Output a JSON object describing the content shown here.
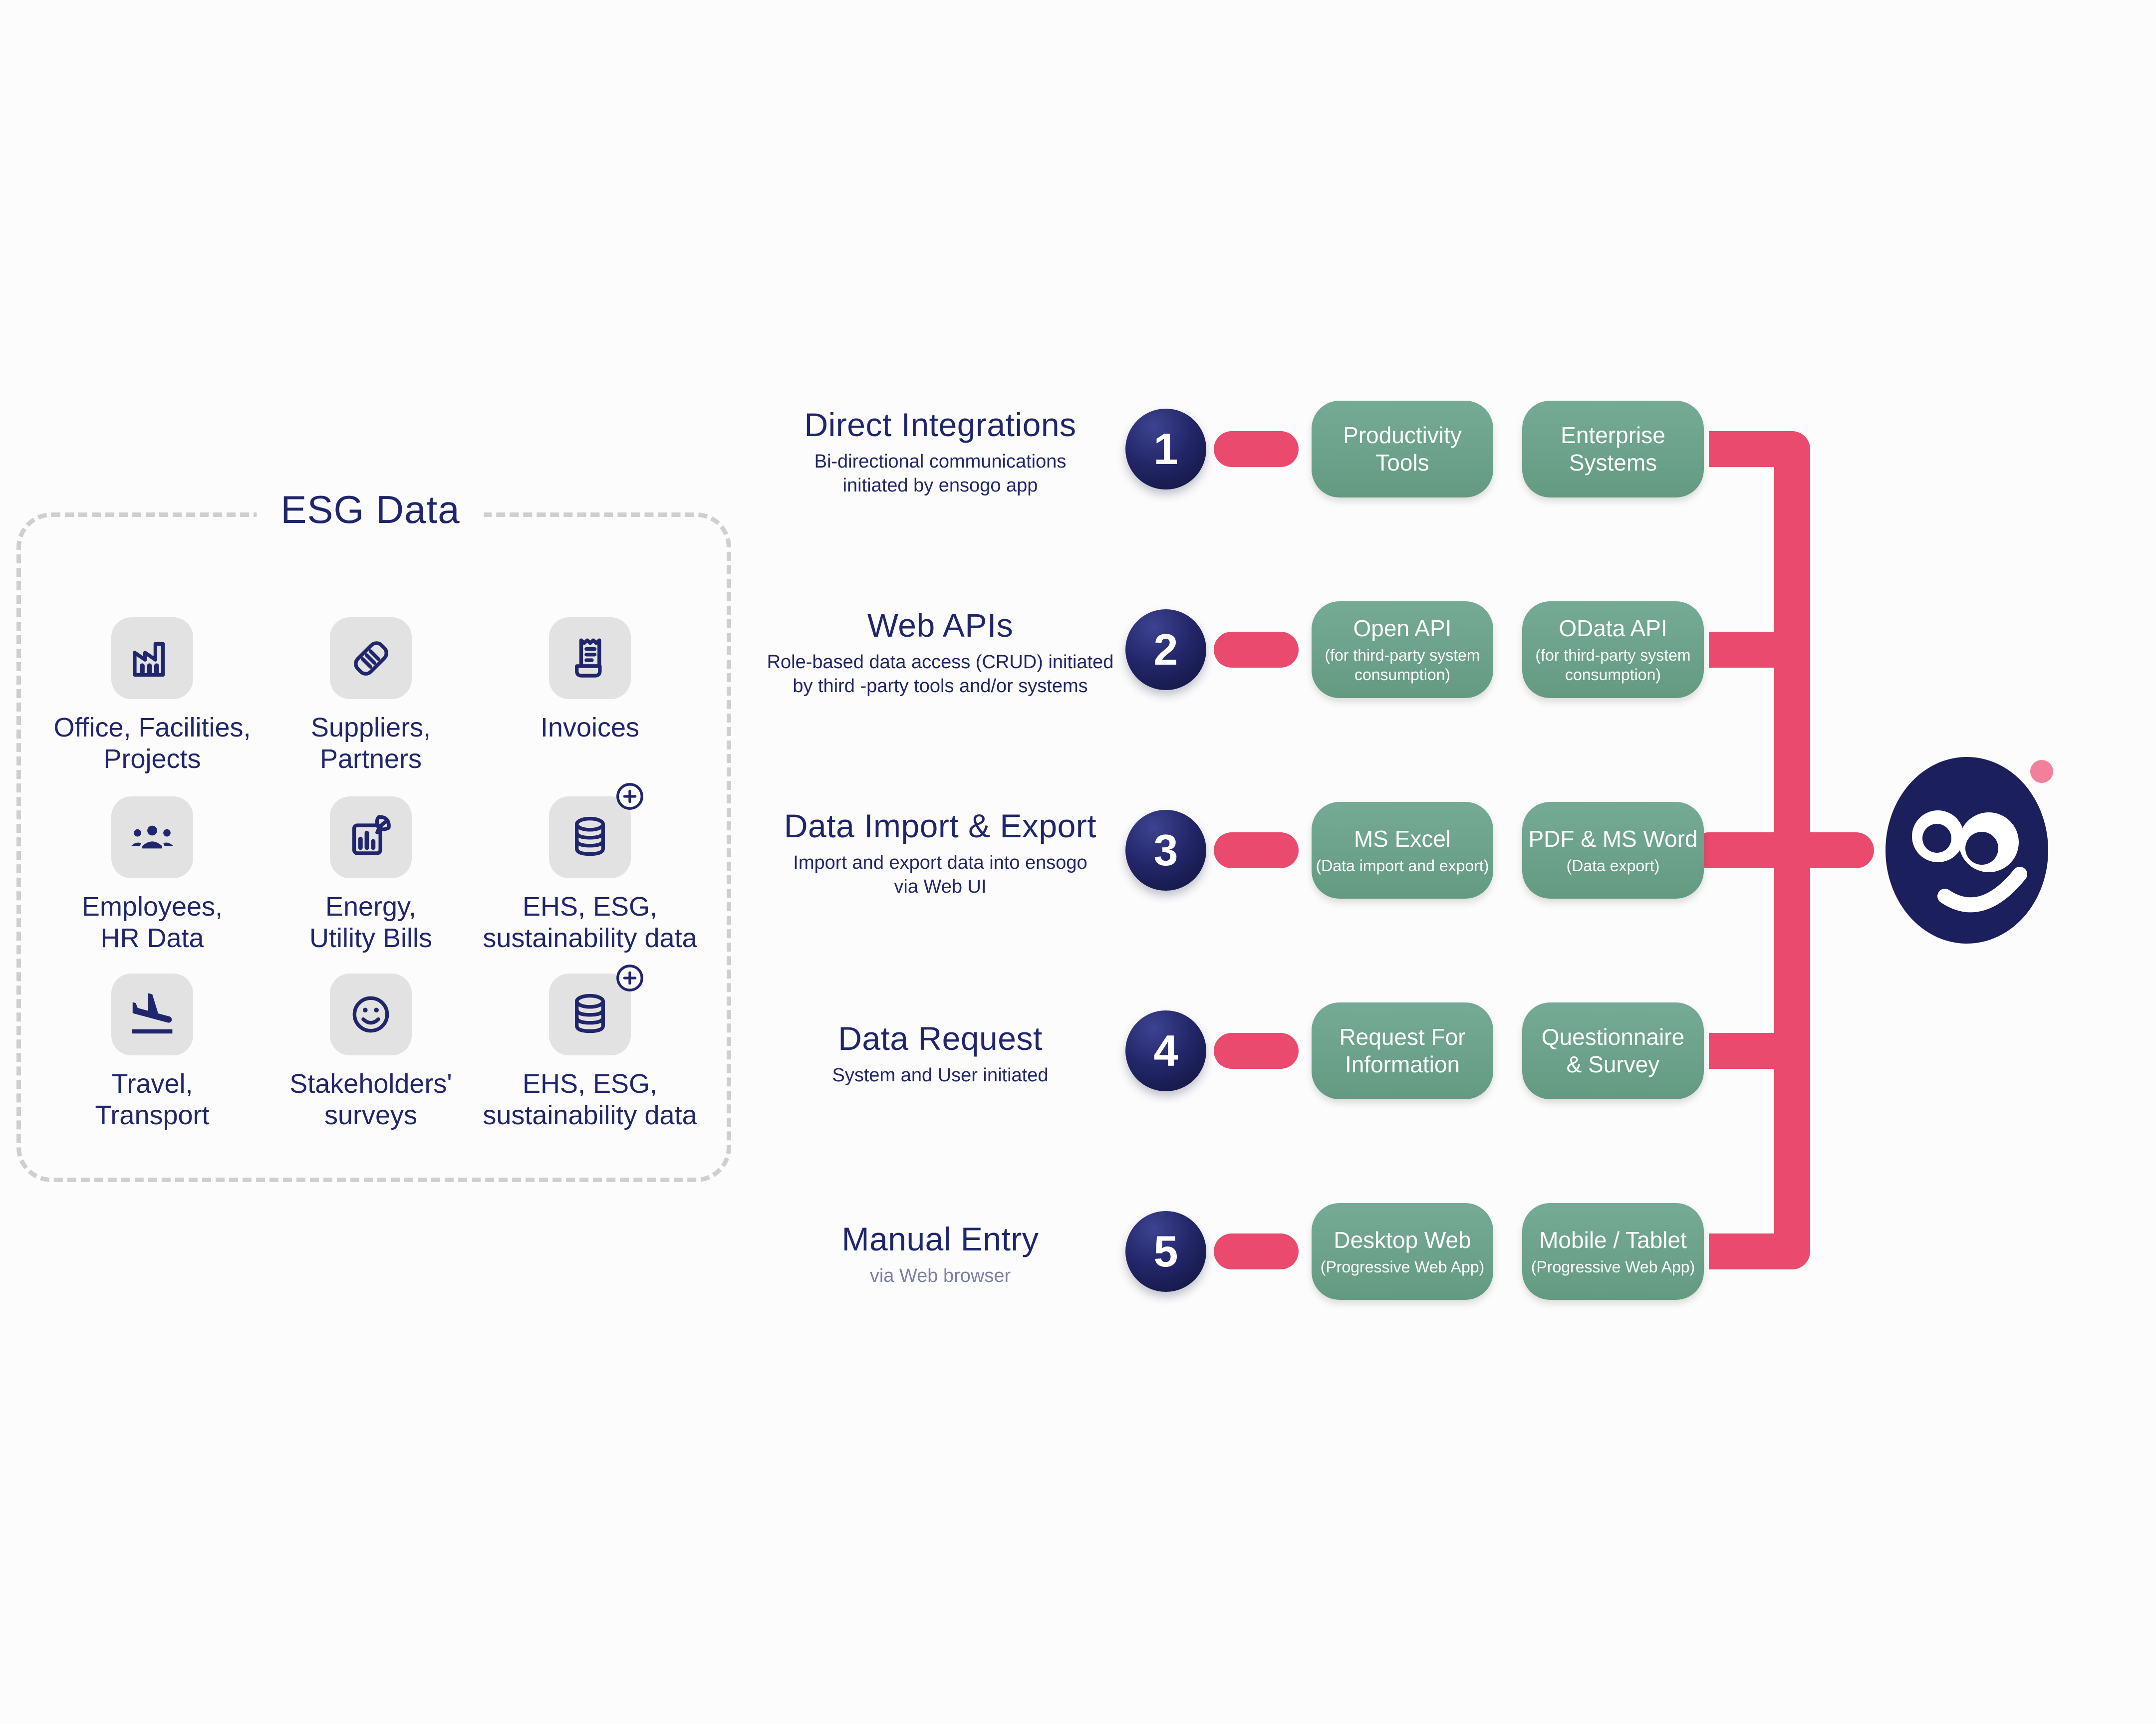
{
  "colors": {
    "navy": "#20266B",
    "navy-deep": "#1B1F5C",
    "pink": "#E94A6D",
    "pink-light": "#F2809A",
    "green": "#6CA28C",
    "tile": "#E2E2E2",
    "dash": "#CFCFCF",
    "bg": "#FCFCFC"
  },
  "esg_panel": {
    "title": "ESG Data",
    "items": [
      {
        "icon": "factory-icon",
        "label": "Office, Facilities,\nProjects"
      },
      {
        "icon": "handshake-icon",
        "label": "Suppliers,\nPartners"
      },
      {
        "icon": "receipt-icon",
        "label": "Invoices"
      },
      {
        "icon": "people-icon",
        "label": "Employees,\nHR Data"
      },
      {
        "icon": "chart-leaf-icon",
        "label": "Energy,\nUtility Bills"
      },
      {
        "icon": "database-plus-icon",
        "label": "EHS, ESG,\nsustainability data"
      },
      {
        "icon": "airplane-landing-icon",
        "label": "Travel,\nTransport"
      },
      {
        "icon": "smiley-icon",
        "label": "Stakeholders'\nsurveys"
      },
      {
        "icon": "database-plus-icon",
        "label": "EHS, ESG,\nsustainability data"
      }
    ]
  },
  "channels": [
    {
      "number": "1",
      "title": "Direct Integrations",
      "subtitle": "Bi-directional communications\ninitiated by ensogo app",
      "boxes": [
        {
          "main": "Productivity\nTools",
          "sub": ""
        },
        {
          "main": "Enterprise\nSystems",
          "sub": ""
        }
      ]
    },
    {
      "number": "2",
      "title": "Web APIs",
      "subtitle": "Role-based data access (CRUD) initiated\nby third -party tools and/or systems",
      "boxes": [
        {
          "main": "Open API",
          "sub": "(for third-party system consumption)"
        },
        {
          "main": "OData API",
          "sub": "(for third-party system consumption)"
        }
      ]
    },
    {
      "number": "3",
      "title": "Data Import & Export",
      "subtitle": "Import and export data into ensogo\nvia Web UI",
      "boxes": [
        {
          "main": "MS Excel",
          "sub": "(Data import and export)"
        },
        {
          "main": "PDF & MS Word",
          "sub": "(Data export)"
        }
      ]
    },
    {
      "number": "4",
      "title": "Data Request",
      "subtitle": "System and User initiated",
      "boxes": [
        {
          "main": "Request For\nInformation",
          "sub": ""
        },
        {
          "main": "Questionnaire\n& Survey",
          "sub": ""
        }
      ]
    },
    {
      "number": "5",
      "title": "Manual Entry",
      "subtitle": "via Web browser",
      "boxes": [
        {
          "main": "Desktop Web",
          "sub": "(Progressive Web App)"
        },
        {
          "main": "Mobile / Tablet",
          "sub": "(Progressive Web App)"
        }
      ]
    }
  ]
}
